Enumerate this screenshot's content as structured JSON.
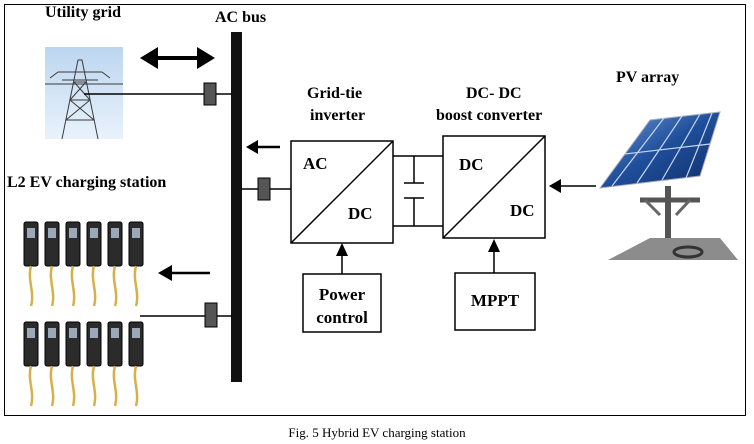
{
  "labels": {
    "utility_grid": "Utility grid",
    "ac_bus": "AC bus",
    "ev_station": "L2 EV charging station",
    "inverter_title_line1": "Grid-tie",
    "inverter_title_line2": "inverter",
    "converter_title_line1": "DC- DC",
    "converter_title_line2": "boost converter",
    "pv_array": "PV array"
  },
  "inverter": {
    "in_label": "AC",
    "out_label": "DC"
  },
  "converter": {
    "in_label": "DC",
    "out_label": "DC"
  },
  "power_control": {
    "line1": "Power",
    "line2": "control"
  },
  "mppt": {
    "label": "MPPT"
  },
  "caption": "Fig. 5 Hybrid EV charging station",
  "colors": {
    "sky": "#cfe3f5",
    "panel": "#1f4e9a",
    "charger": "#2b2b2b",
    "cable": "#d8b04a"
  }
}
